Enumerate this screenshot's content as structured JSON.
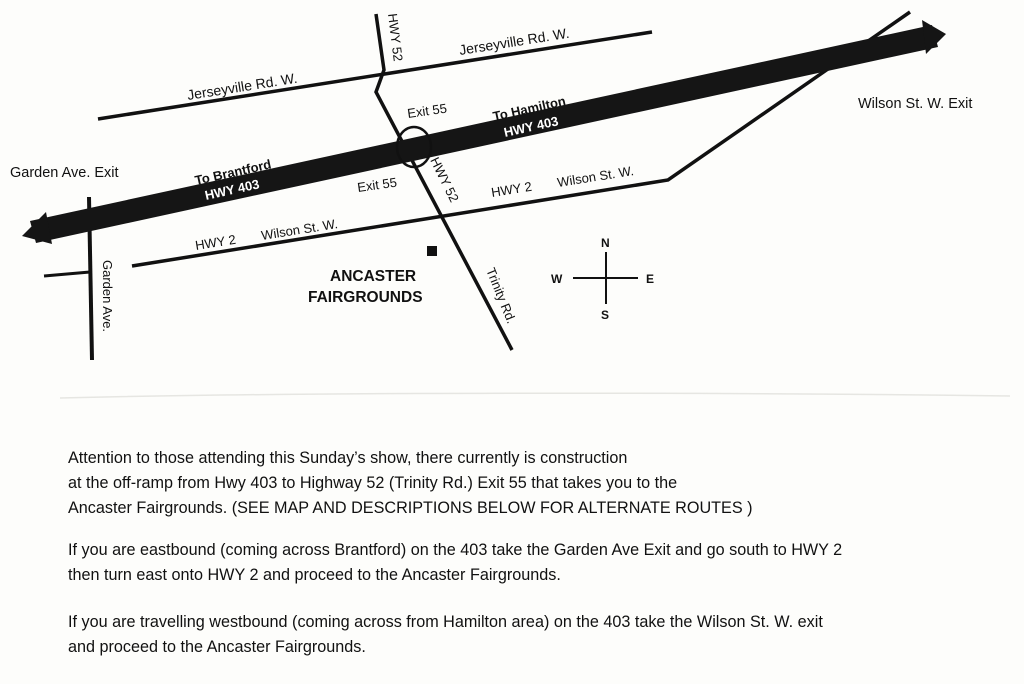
{
  "map": {
    "labels": {
      "jerseyville_west": "Jerseyville Rd. W.",
      "jerseyville_east": "Jerseyville Rd. W.",
      "hwy52_north": "HWY 52",
      "hwy52_south": "HWY 52",
      "exit55_north": "Exit 55",
      "exit55_south": "Exit 55",
      "to_hamilton": "To Hamilton",
      "hwy403_east": "HWY 403",
      "to_brantford": "To Brantford",
      "hwy403_west": "HWY 403",
      "wilson_exit": "Wilson St. W. Exit",
      "garden_exit": "Garden Ave. Exit",
      "hwy2_east": "HWY 2",
      "wilson_east": "Wilson St. W.",
      "hwy2_west": "HWY 2",
      "wilson_west": "Wilson St. W.",
      "garden_ave": "Garden Ave.",
      "trinity_rd": "Trinity Rd.",
      "fairgrounds_line1": "ANCASTER",
      "fairgrounds_line2": "FAIRGROUNDS"
    },
    "compass": {
      "north": "N",
      "south": "S",
      "east": "E",
      "west": "W"
    }
  },
  "notice": {
    "paragraph1": [
      "Attention to those attending this Sunday’s show, there currently is construction",
      "at the off-ramp from Hwy 403 to Highway 52 (Trinity Rd.) Exit 55 that takes you to the",
      "Ancaster Fairgrounds.  (SEE MAP AND DESCRIPTIONS BELOW FOR ALTERNATE ROUTES )"
    ],
    "paragraph2": [
      "If you are eastbound (coming across Brantford) on the 403 take the Garden Ave Exit and go south to HWY 2",
      "then turn east onto HWY 2 and proceed to the Ancaster  Fairgrounds."
    ],
    "paragraph3": [
      "If you are travelling westbound (coming across from Hamilton area) on the 403 take the Wilson St. W. exit",
      "and proceed to the Ancaster  Fairgrounds."
    ]
  }
}
